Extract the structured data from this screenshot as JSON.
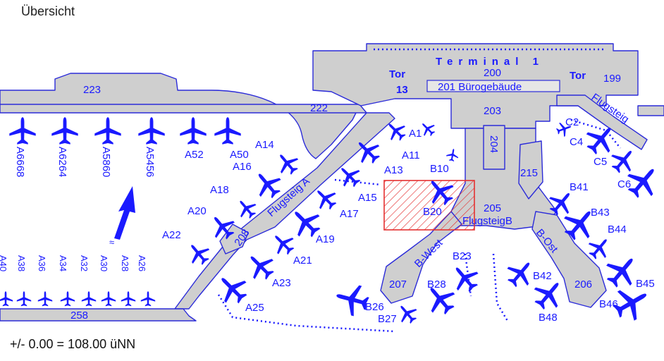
{
  "title": "Übersicht",
  "elevation_note": "+/- 0.00 = 108.00 üNN",
  "colors": {
    "building_fill": "#cfcfcf",
    "outline": "#2b2bd9",
    "plane": "#1a1aff",
    "highlight": "#e53030"
  },
  "terminal": {
    "name": "Terminal 1",
    "number": "200",
    "office": "201 Bürogebäude",
    "hall": "203",
    "finger": "204",
    "side": "215",
    "b_hub": "205"
  },
  "gates": {
    "tor13": "Tor",
    "tor13_num": "13",
    "tor199": "Tor",
    "tor199_num": "199",
    "n223": "223",
    "n222": "222",
    "n208": "208",
    "n258": "258",
    "n207": "207",
    "n206": "206"
  },
  "piers": {
    "a": "Flugsteig A",
    "b": "FlugsteigB",
    "c": "Flugsteig",
    "b_west": "B-West",
    "b_ost": "B-Ost"
  },
  "stands": {
    "A1": "A1",
    "A11": "A11",
    "A13": "A13",
    "A14": "A14",
    "A15": "A15",
    "A16": "A16",
    "A17": "A17",
    "A18": "A18",
    "A19": "A19",
    "A20": "A20",
    "A21": "A21",
    "A22": "A22",
    "A23": "A23",
    "A25": "A25",
    "A26": "A26",
    "A28": "A28",
    "A30": "A30",
    "A32": "A32",
    "A34": "A34",
    "A36": "A36",
    "A38": "A38",
    "A40": "A40",
    "A50": "A50",
    "A52": "A52",
    "A5456": "A5456",
    "A5860": "A5860",
    "A6264": "A6264",
    "A6668": "A6668",
    "B10": "B10",
    "B20": "B20",
    "B23": "B23",
    "B26": "B26",
    "B27": "B27",
    "B28": "B28",
    "B41": "B41",
    "B42": "B42",
    "B43": "B43",
    "B44": "B44",
    "B45": "B45",
    "B46": "B46",
    "B48": "B48",
    "C2": "C2",
    "C4": "C4",
    "C5": "C5",
    "C6": "C6"
  }
}
